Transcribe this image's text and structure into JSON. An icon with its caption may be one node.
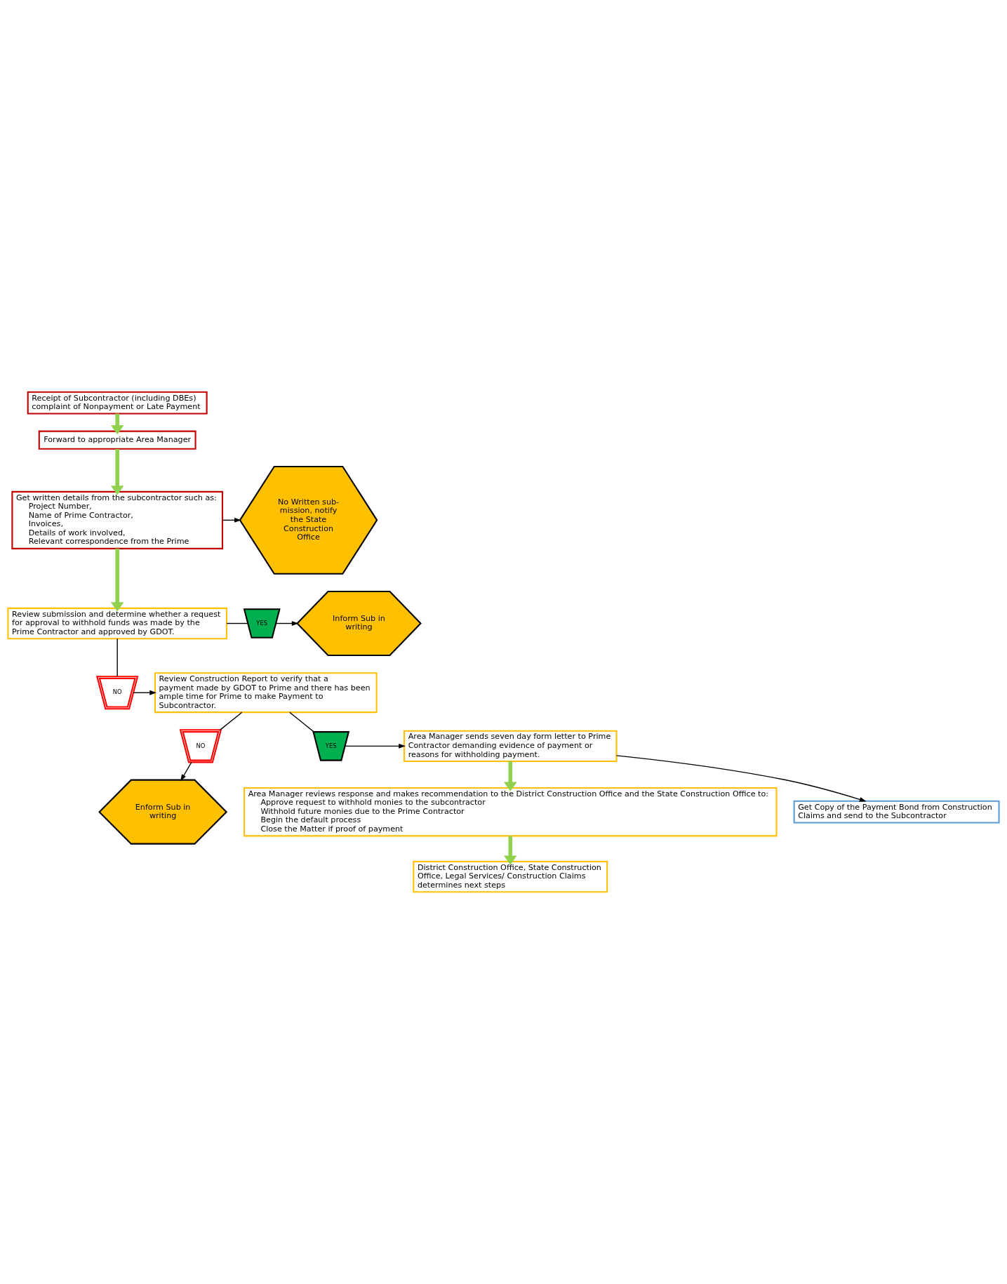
{
  "diagram": {
    "nodes": [
      {
        "text": [
          "Receipt of Subcontractor (including DBEs) complaint of Nonpayment or Late Payment"
        ]
      },
      {
        "text": [
          "Forward to appropriate Area Manager"
        ]
      },
      {
        "text": [
          "Get written details from the subcontractor such as:",
          "Project Number,",
          "Name of Prime Contractor,",
          "Invoices,",
          "Details of work involved,",
          "Relevant correspondence from the Prime"
        ]
      },
      {
        "text": [
          "No Written sub- mission, notify the State Construction Office"
        ]
      },
      {
        "text": [
          "Review submission and determine whether a request for approval to withhold funds was made by the Prime Contractor and approved by GDOT."
        ]
      },
      {
        "text": [
          "YES"
        ]
      },
      {
        "text": [
          "Inform Sub in writing"
        ]
      },
      {
        "text": [
          "NO"
        ]
      },
      {
        "text": [
          "Review Construction Report to verify that a payment made by GDOT to Prime and there has been ample time for Prime to make Payment to Subcontractor."
        ]
      },
      {
        "text": [
          "NO"
        ]
      },
      {
        "text": [
          "YES"
        ]
      },
      {
        "text": [
          "Enform Sub in writing"
        ]
      },
      {
        "text": [
          "Area Manager sends seven day form letter to Prime Contractor demanding evidence of payment or reasons for withholding payment."
        ]
      },
      {
        "text": [
          "Area Manager reviews response and makes recommendation to the District Construction Office and the State Construction Office to:",
          "Approve request to withhold monies to the subcontractor",
          "Withhold future monies due to the Prime Contractor",
          "Begin the default process",
          "Close the Matter if proof of payment"
        ]
      },
      {
        "text": [
          "Get Copy of the Payment Bond from Construction Claims and send to the Subcontractor"
        ]
      },
      {
        "text": [
          "District Construction Office, State Construction Office, Legal Services/ Construction Claims determines next steps"
        ]
      }
    ],
    "edges": [
      {
        "from": 0,
        "to": 1,
        "arrow": "to",
        "style": "thick",
        "color": "#92d050"
      },
      {
        "from": 1,
        "to": 2,
        "arrow": "to",
        "style": "thick",
        "color": "#92d050"
      },
      {
        "from": 2,
        "to": 3,
        "arrow": "to"
      },
      {
        "from": 2,
        "to": 4,
        "arrow": "to",
        "style": "thick",
        "color": "#92d050"
      },
      {
        "from": 4,
        "to": 5,
        "arrow": "none"
      },
      {
        "from": 5,
        "to": 6,
        "arrow": "to"
      },
      {
        "from": 4,
        "to": 7,
        "arrow": "none"
      },
      {
        "from": 7,
        "to": 8,
        "arrow": "to"
      },
      {
        "from": 8,
        "to": 9,
        "arrow": "none"
      },
      {
        "from": 9,
        "to": 11,
        "arrow": "to"
      },
      {
        "from": 8,
        "to": 10,
        "arrow": "none"
      },
      {
        "from": 10,
        "to": 12,
        "arrow": "to"
      },
      {
        "from": 12,
        "to": 13,
        "arrow": "to",
        "style": "thick",
        "color": "#92d050"
      },
      {
        "from": 12,
        "to": 14,
        "arrow": "to"
      },
      {
        "from": 13,
        "to": 15,
        "arrow": "to",
        "style": "thick",
        "color": "#92d050"
      }
    ]
  }
}
